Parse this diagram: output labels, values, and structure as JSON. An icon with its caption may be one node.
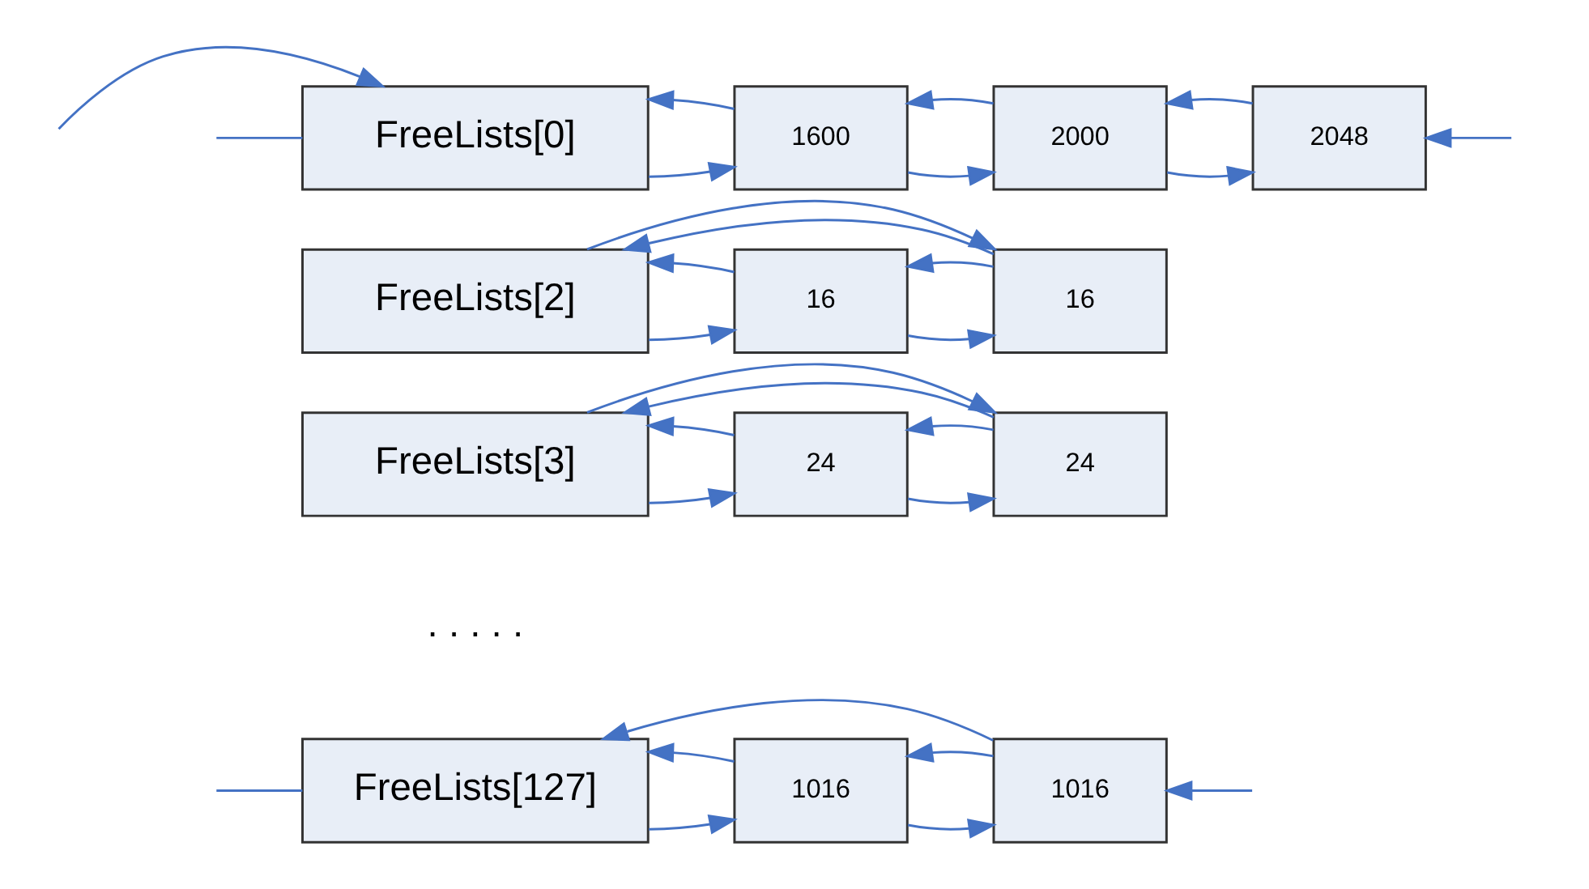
{
  "diagram": {
    "nodes": [
      {
        "text": [
          "FreeLists[0]"
        ]
      },
      {
        "text": [
          "1600"
        ]
      },
      {
        "text": [
          "2000"
        ]
      },
      {
        "text": [
          "2048"
        ]
      },
      {
        "text": [
          "FreeLists[2]"
        ]
      },
      {
        "text": [
          "16"
        ]
      },
      {
        "text": [
          "16"
        ]
      },
      {
        "text": [
          "FreeLists[3]"
        ]
      },
      {
        "text": [
          "24"
        ]
      },
      {
        "text": [
          "24"
        ]
      },
      {
        "text": [
          "FreeLists[127]"
        ]
      },
      {
        "text": [
          "1016"
        ]
      },
      {
        "text": [
          "1016"
        ]
      }
    ],
    "edges": [
      {
        "from": 0,
        "to": 1,
        "arrow": "to"
      },
      {
        "from": 1,
        "to": 0,
        "arrow": "to"
      },
      {
        "from": 1,
        "to": 2,
        "arrow": "to"
      },
      {
        "from": 2,
        "to": 1,
        "arrow": "to"
      },
      {
        "from": 2,
        "to": 3,
        "arrow": "to"
      },
      {
        "from": 3,
        "to": 2,
        "arrow": "to"
      },
      {
        "from": null,
        "to": 0,
        "arrow": "to"
      },
      {
        "from": 0,
        "to": null,
        "arrow": "none"
      },
      {
        "from": null,
        "to": 3,
        "arrow": "to"
      },
      {
        "from": 4,
        "to": 5,
        "arrow": "to"
      },
      {
        "from": 5,
        "to": 4,
        "arrow": "to"
      },
      {
        "from": 5,
        "to": 6,
        "arrow": "to"
      },
      {
        "from": 6,
        "to": 5,
        "arrow": "to"
      },
      {
        "from": 6,
        "to": 4,
        "arrow": "to"
      },
      {
        "from": 4,
        "to": 6,
        "arrow": "to"
      },
      {
        "from": 7,
        "to": 8,
        "arrow": "to"
      },
      {
        "from": 8,
        "to": 7,
        "arrow": "to"
      },
      {
        "from": 8,
        "to": 9,
        "arrow": "to"
      },
      {
        "from": 9,
        "to": 8,
        "arrow": "to"
      },
      {
        "from": 9,
        "to": 7,
        "arrow": "to"
      },
      {
        "from": 7,
        "to": 9,
        "arrow": "to"
      },
      {
        "from": 10,
        "to": 11,
        "arrow": "to"
      },
      {
        "from": 11,
        "to": 10,
        "arrow": "to"
      },
      {
        "from": 11,
        "to": 12,
        "arrow": "to"
      },
      {
        "from": 12,
        "to": 11,
        "arrow": "to"
      },
      {
        "from": 12,
        "to": 10,
        "arrow": "to"
      },
      {
        "from": 10,
        "to": null,
        "arrow": "none"
      },
      {
        "from": null,
        "to": 12,
        "arrow": "to"
      }
    ],
    "labels": [
      ". . . . ."
    ]
  }
}
